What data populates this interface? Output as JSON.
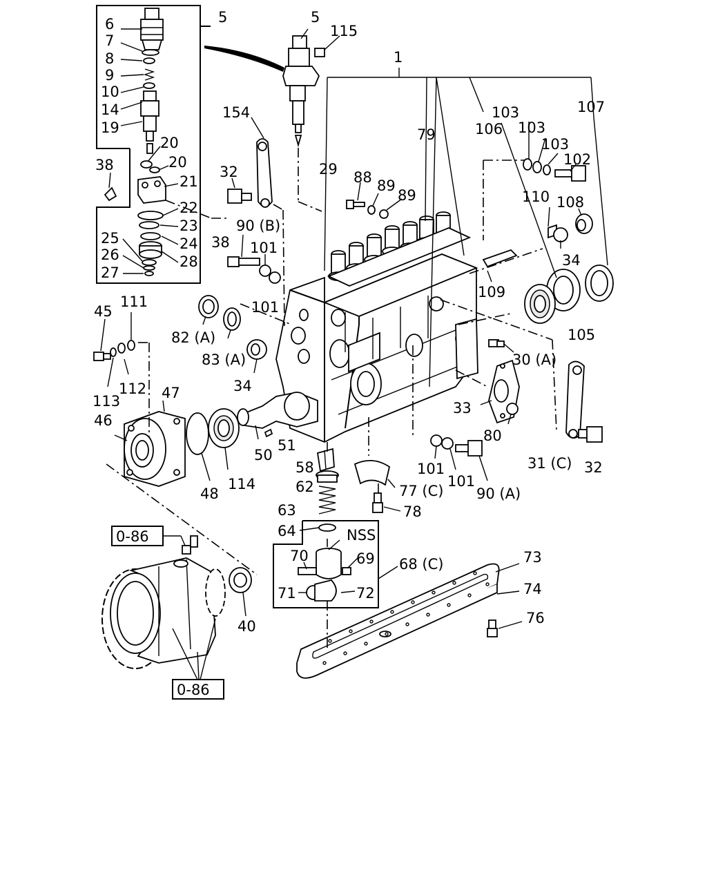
{
  "callouts": {
    "p6": "6",
    "p7": "7",
    "p8": "8",
    "p9": "9",
    "p10": "10",
    "p14": "14",
    "p19": "19",
    "p20a": "20",
    "p20b": "20",
    "p21": "21",
    "p22": "22",
    "p23": "23",
    "p24": "24",
    "p25": "25",
    "p26": "26",
    "p27": "27",
    "p28": "28",
    "p38a": "38",
    "p38b": "38",
    "p5a": "5",
    "p5b": "5",
    "p115": "115",
    "p1": "1",
    "p29": "29",
    "p79": "79",
    "p103a": "103",
    "p103b": "103",
    "p103c": "103",
    "p106": "106",
    "p107": "107",
    "p102": "102",
    "p110": "110",
    "p108": "108",
    "p34a": "34",
    "p34b": "34",
    "p109": "109",
    "p105": "105",
    "p154": "154",
    "p32a": "32",
    "p32b": "32",
    "p88": "88",
    "p89a": "89",
    "p89b": "89",
    "p90b": "90 (B)",
    "p90a": "90 (A)",
    "p101a": "101",
    "p101b": "101",
    "p101c": "101",
    "p101d": "101",
    "p45": "45",
    "p111": "111",
    "p112": "112",
    "p113": "113",
    "p82a": "82 (A)",
    "p83a": "83 (A)",
    "p30a": "30 (A)",
    "p33": "33",
    "p80": "80",
    "p31c": "31 (C)",
    "p46": "46",
    "p47": "47",
    "p48": "48",
    "p114": "114",
    "p50": "50",
    "p51": "51",
    "p58": "58",
    "p62": "62",
    "p63": "63",
    "p64": "64",
    "p77c": "77 (C)",
    "p78": "78",
    "nss": "NSS",
    "p70": "70",
    "p69": "69",
    "p71": "71",
    "p72": "72",
    "p68c": "68 (C)",
    "p73": "73",
    "p74": "74",
    "p76": "76",
    "p40": "40",
    "ref1": "0-86",
    "ref2": "0-86"
  }
}
